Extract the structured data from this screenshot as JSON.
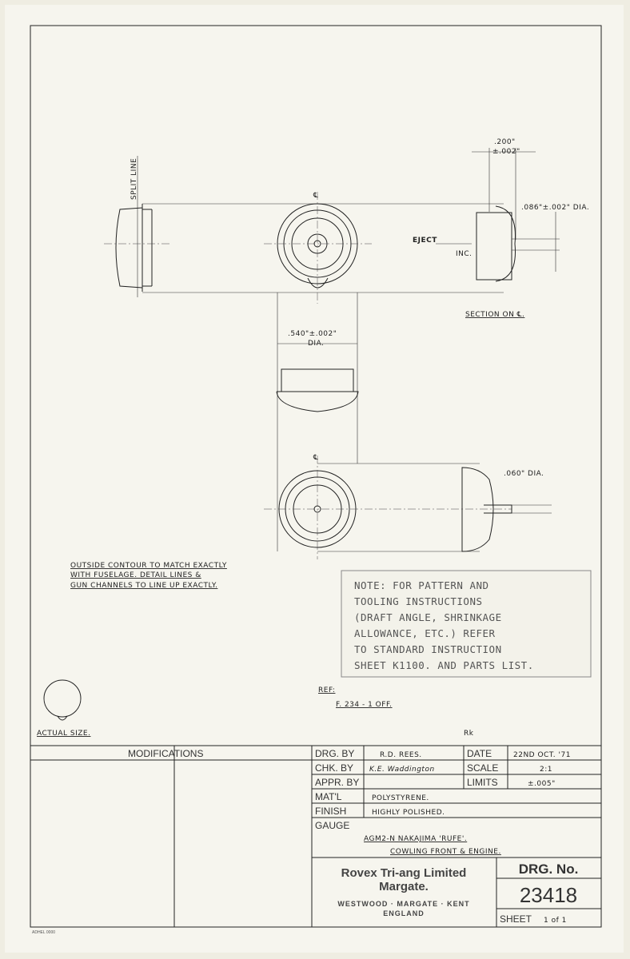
{
  "drawing": {
    "notes": {
      "outside_contour": [
        "OUTSIDE CONTOUR TO MATCH EXACTLY",
        "WITH FUSELAGE. DETAIL LINES &",
        "GUN CHANNELS TO LINE UP EXACTLY."
      ],
      "actual_size": "ACTUAL SIZE.",
      "split_line": "SPLIT LINE",
      "eject": "EJECT",
      "inc": "INC.",
      "section": "SECTION ON ℄.",
      "centerline_symbol": "℄",
      "ref_label": "REF:",
      "ref_value": "F. 234  -   1   OFF.",
      "initials": "Rk"
    },
    "dimensions": {
      "width_200": ".200\"",
      "tol_200": "±.002\"",
      "dia_086": ".086\"±.002\" DIA.",
      "dia_540": ".540\"±.002\"",
      "dia_540_suffix": "DIA.",
      "dia_060": ".060\" DIA."
    },
    "boxed_note": [
      "NOTE: FOR PATTERN AND",
      "TOOLING INSTRUCTIONS",
      "(DRAFT ANGLE, SHRINKAGE",
      "ALLOWANCE, ETC.) REFER",
      "TO STANDARD INSTRUCTION",
      "SHEET K1100. AND PARTS LIST."
    ]
  },
  "title_block": {
    "modifications": "MODIFICATIONS",
    "drg_by_label": "DRG. BY",
    "drg_by": "R.D. REES.",
    "chk_by_label": "CHK. BY",
    "chk_by": "K.E. Waddington",
    "appr_by_label": "APPR. BY",
    "date_label": "DATE",
    "date": "22ND OCT. '71",
    "scale_label": "SCALE",
    "scale": "2:1",
    "limits_label": "LIMITS",
    "limits": "±.005\"",
    "material_label": "MAT'L",
    "material": "POLYSTYRENE.",
    "finish_label": "FINISH",
    "finish": "HIGHLY POLISHED.",
    "gauge_label": "GAUGE",
    "part_line1": "AGM2-N NAKAJIMA 'RUFE'.",
    "part_line2": "COWLING FRONT & ENGINE.",
    "company": "Rovex Tri-ang Limited",
    "company_city": "Margate.",
    "address1": "WESTWOOD · MARGATE · KENT",
    "address2": "ENGLAND",
    "drg_no_label": "DRG. No.",
    "drg_no": "23418",
    "sheet_label": "SHEET",
    "sheet": "1  of  1"
  },
  "footer": {
    "stamp": "ADHEL 0000"
  }
}
